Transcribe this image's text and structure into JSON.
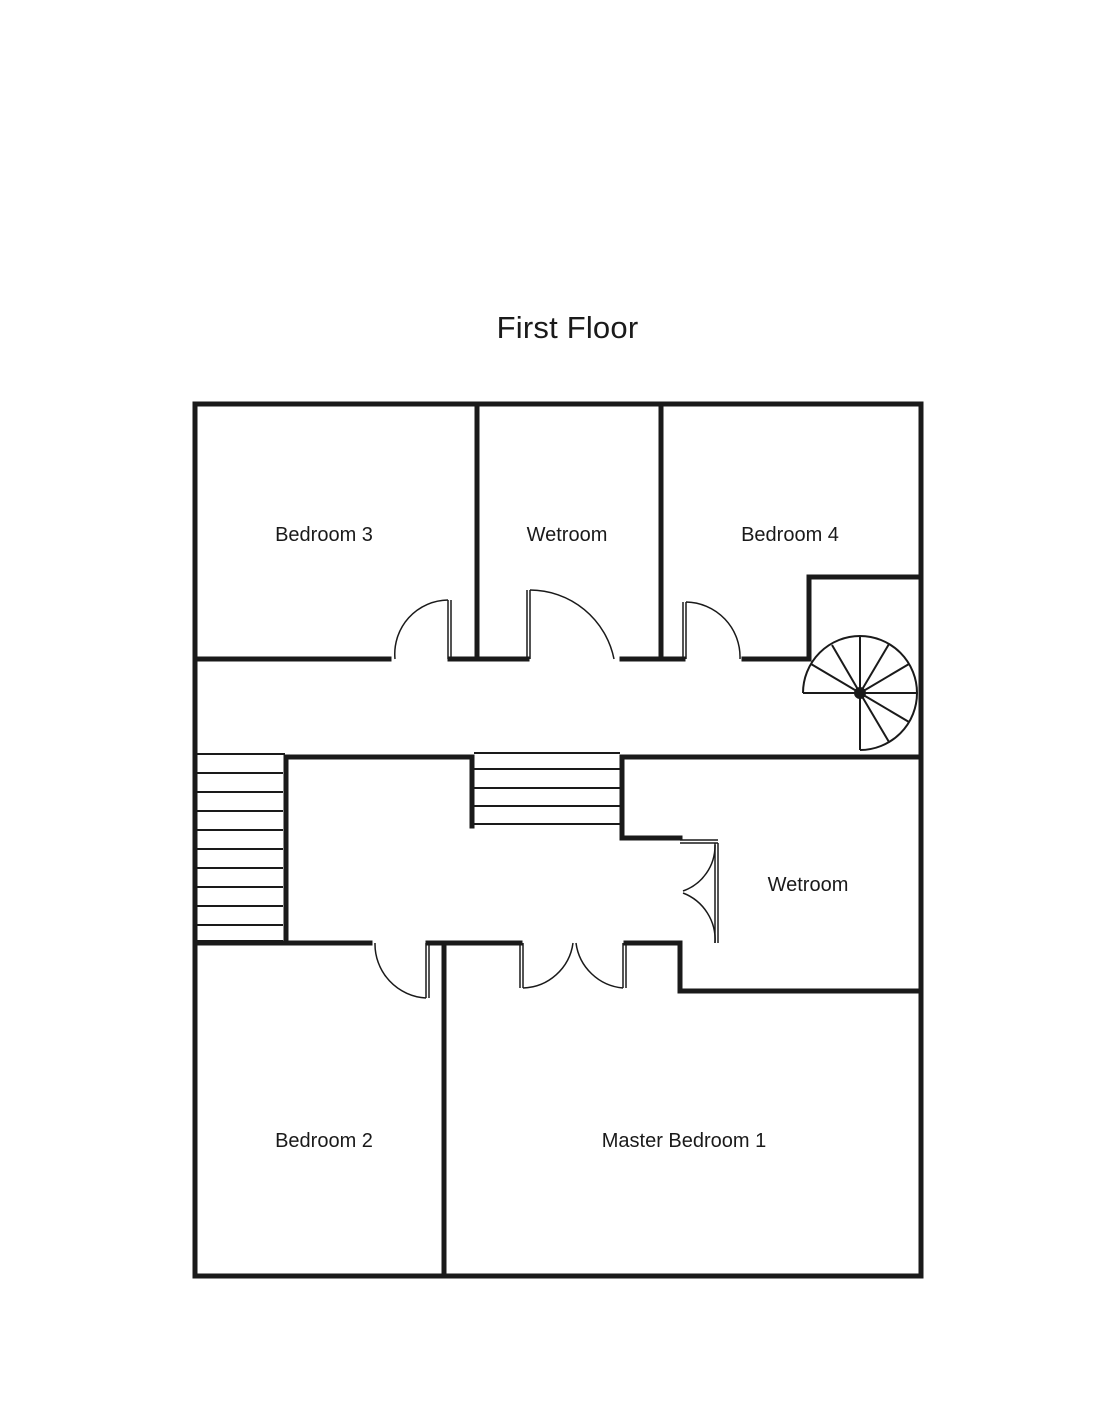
{
  "title": "First Floor",
  "rooms": {
    "bedroom3": "Bedroom 3",
    "wetroom_top": "Wetroom",
    "bedroom4": "Bedroom 4",
    "wetroom_right": "Wetroom",
    "bedroom2": "Bedroom 2",
    "master_bedroom": "Master Bedroom 1"
  },
  "colors": {
    "wall": "#1a1a1a",
    "background": "#ffffff"
  }
}
